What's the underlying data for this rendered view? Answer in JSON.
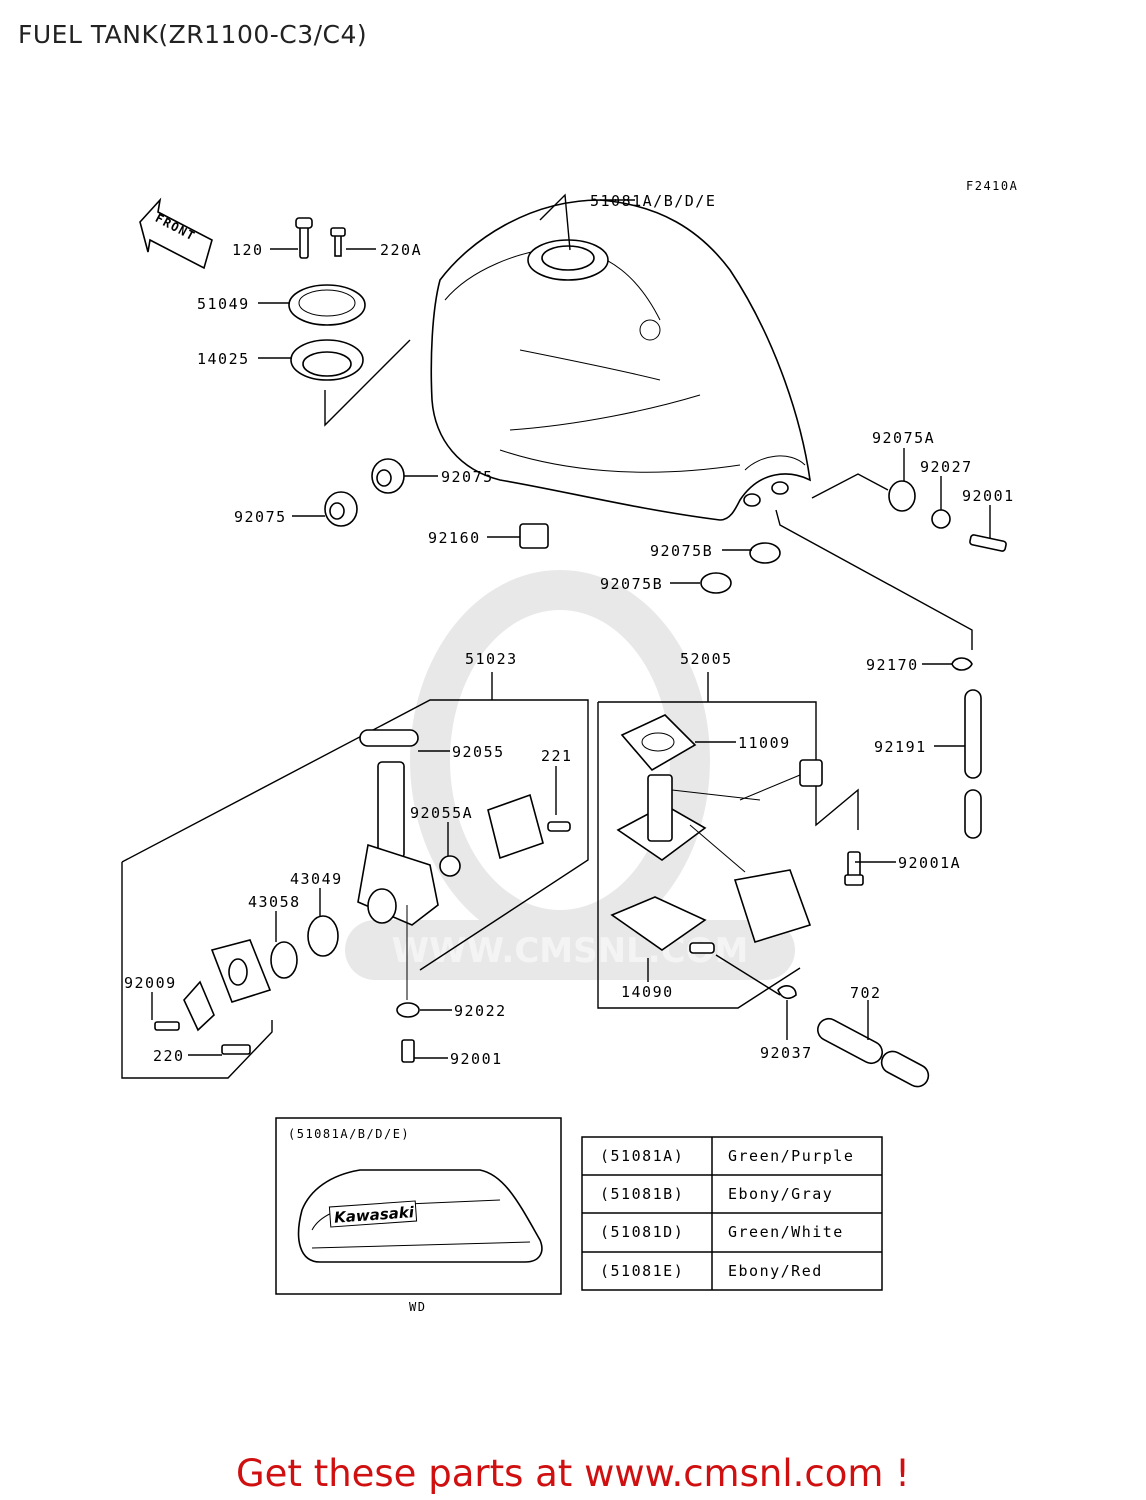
{
  "title": "FUEL TANK(ZR1100-C3/C4)",
  "figure_code": "F2410A",
  "front_label": "FRONT",
  "callouts": {
    "p51081": "51081A/B/D/E",
    "p120": "120",
    "p220A": "220A",
    "p51049": "51049",
    "p14025": "14025",
    "p92075a": "92075",
    "p92075b": "92075",
    "p92160": "92160",
    "p92075A": "92075A",
    "p92027": "92027",
    "p92001a": "92001",
    "p92075B1": "92075B",
    "p92075B2": "92075B",
    "p51023": "51023",
    "p52005": "52005",
    "p92170": "92170",
    "p92055": "92055",
    "p221": "221",
    "p11009": "11009",
    "p92191": "92191",
    "p92055A": "92055A",
    "p43049": "43049",
    "p43058": "43058",
    "p92001A": "92001A",
    "p92009": "92009",
    "p92022": "92022",
    "p14090": "14090",
    "p702": "702",
    "p220": "220",
    "p92001b": "92001",
    "p92037": "92037"
  },
  "inset": {
    "title": "(51081A/B/D/E)",
    "logo_text": "Kawasaki",
    "caption": "WD"
  },
  "color_table": [
    {
      "code": "(51081A)",
      "color": "Green/Purple"
    },
    {
      "code": "(51081B)",
      "color": "Ebony/Gray"
    },
    {
      "code": "(51081D)",
      "color": "Green/White"
    },
    {
      "code": "(51081E)",
      "color": "Ebony/Red"
    }
  ],
  "watermark": "WWW.CMSNL.COM",
  "cta": "Get these parts at www.cmsnl.com !"
}
